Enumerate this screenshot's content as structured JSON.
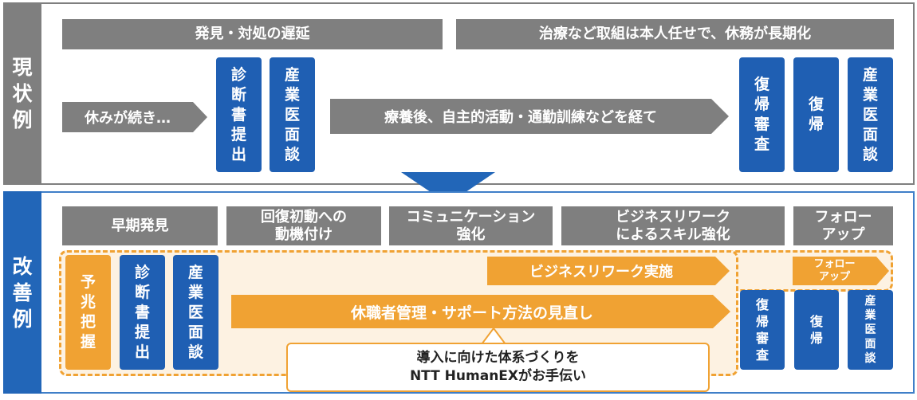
{
  "current": {
    "tab_chars": [
      "現",
      "状",
      "例"
    ],
    "header_left": "発見・対処の遅延",
    "header_right": "治療など取組は本人任せで、休務が長期化",
    "arrow1": "休みが続き…",
    "box_diagnosis": [
      "診",
      "断",
      "書",
      "提",
      "出"
    ],
    "box_interview": [
      "産",
      "業",
      "医",
      "面",
      "談"
    ],
    "arrow2": "療養後、自主的活動・通勤訓練などを経て",
    "box_review": [
      "復",
      "帰",
      "審",
      "査"
    ],
    "box_return": [
      "復",
      "帰"
    ],
    "box_interview2": [
      "産",
      "業",
      "医",
      "面",
      "談"
    ]
  },
  "improved": {
    "tab_chars": [
      "改",
      "善",
      "例"
    ],
    "headers": [
      "早期発見",
      "回復初動への\n動機付け",
      "コミュニケーション\n強化",
      "ビジネスリワーク\nによるスキル強化",
      "フォロー\nアップ"
    ],
    "box_detect": [
      "予",
      "兆",
      "把",
      "握"
    ],
    "box_diagnosis": [
      "診",
      "断",
      "書",
      "提",
      "出"
    ],
    "box_interview": [
      "産",
      "業",
      "医",
      "面",
      "談"
    ],
    "arrow_rework": "ビジネスリワーク実施",
    "arrow_followup": "フォロー\nアップ",
    "arrow_review": "休職者管理・サポート方法の見直し",
    "box_review": [
      "復",
      "帰",
      "審",
      "査"
    ],
    "box_return": [
      "復",
      "帰"
    ],
    "box_interview2": [
      "産",
      "業",
      "医",
      "面",
      "談"
    ],
    "callout_line1": "導入に向けた体系づくりを",
    "callout_line2": "NTT HumanEXがお手伝い"
  },
  "colors": {
    "gray": "#7f7f7f",
    "blue": "#1f5fb3",
    "orange": "#f0a233",
    "light_orange": "#fdf2e2"
  }
}
